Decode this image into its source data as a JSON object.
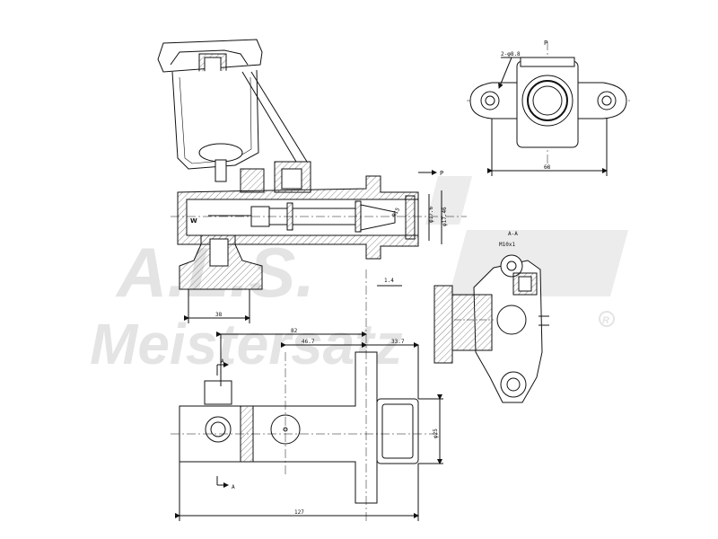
{
  "watermark": {
    "initials": "A.L.S.",
    "brand": "Meistersatz",
    "registered": "R"
  },
  "section_view": {
    "spring_symbol": "W",
    "dim_bottom_width": "38",
    "dim_bore_small": "φ17.6",
    "dim_bore_large": "φ17.46",
    "dim_plunger": "R15",
    "section_marker": "P"
  },
  "end_view": {
    "section_marker": "P",
    "dim_holes": "2-φ8.8",
    "dim_width": "68"
  },
  "side_section": {
    "title": "A-A",
    "dim_thread": "M10x1"
  },
  "plan_view": {
    "dim_total_length": "127",
    "dim_82": "82",
    "dim_46": "46.7",
    "dim_33": "33.7",
    "dim_offset": "1.4",
    "dim_diameter": "φ25",
    "section_mark_top": "A",
    "section_mark_bottom": "A"
  }
}
